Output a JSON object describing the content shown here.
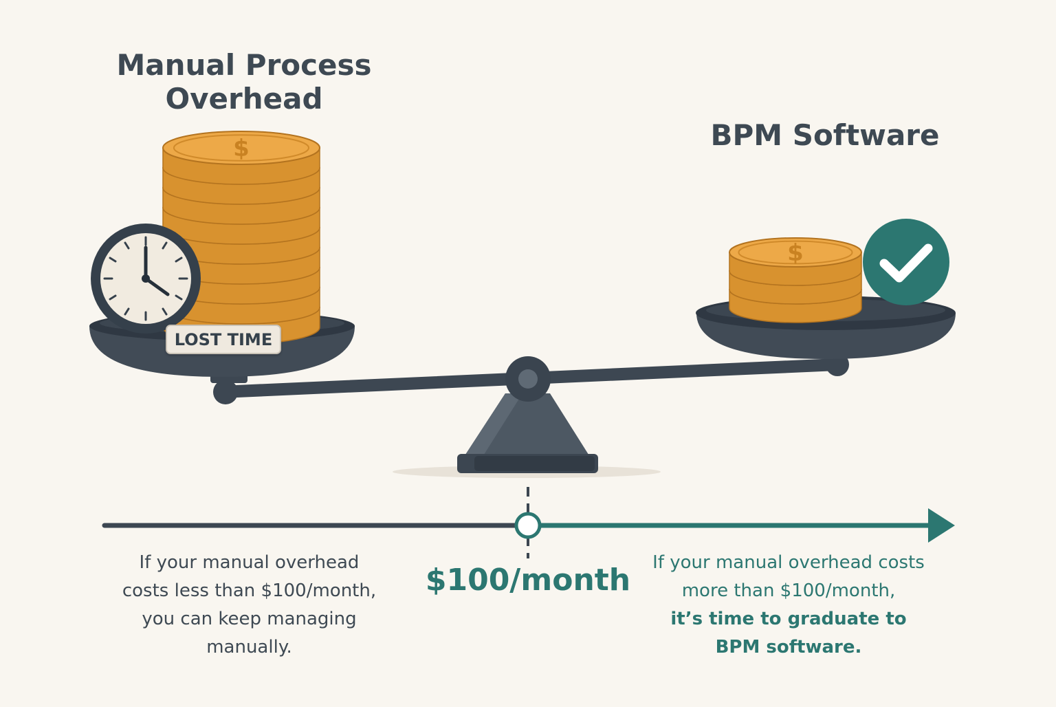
{
  "left_side": {
    "title_line1": "Manual Process",
    "title_line2": "Overhead",
    "badge": "LOST TIME",
    "coin_symbol": "$"
  },
  "right_side": {
    "title": "BPM Software",
    "coin_symbol": "$"
  },
  "threshold": {
    "label": "$100/month"
  },
  "notes": {
    "left": "If your manual overhead costs less than $100/month, you can keep managing manually.",
    "right_plain": "If your manual overhead costs more than $100/month,",
    "right_strong": "it’s time to graduate to BPM software."
  },
  "colors": {
    "background": "#f9f6f0",
    "dark_slate": "#3e4953",
    "teal": "#2c7771",
    "coin_gold": "#eaa544"
  },
  "icons": [
    "clock-icon",
    "checkmark-icon",
    "dollar-coin-icon",
    "arrow-right-icon"
  ]
}
